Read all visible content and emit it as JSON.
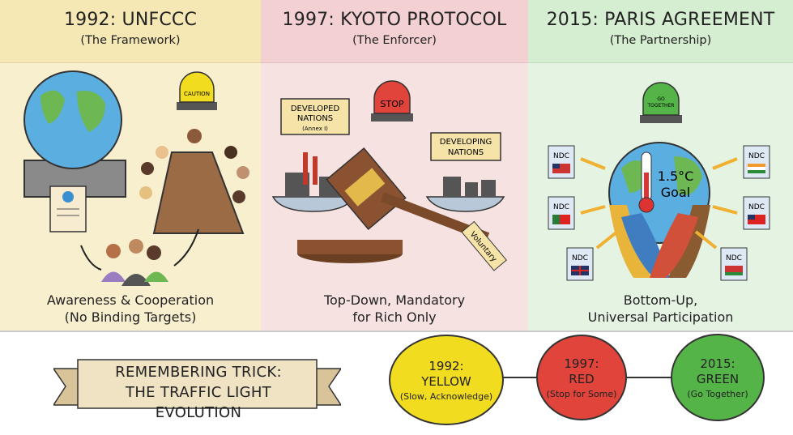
{
  "panels": [
    {
      "title": "1992: UNFCCC",
      "subtitle": "(The Framework)",
      "light_label": "CAUTION",
      "caption_line1": "Awareness & Cooperation",
      "caption_line2": "(No Binding Targets)",
      "color": "#f5e8b4"
    },
    {
      "title": "1997: KYOTO PROTOCOL",
      "subtitle": "(The Enforcer)",
      "light_label": "STOP",
      "sign_left_line1": "DEVELOPED",
      "sign_left_line2": "NATIONS",
      "sign_left_line3": "(Annex I)",
      "sign_right_line1": "DEVELOPING",
      "sign_right_line2": "NATIONS",
      "tag": "Voluntary",
      "caption_line1": "Top-Down, Mandatory",
      "caption_line2": "for Rich Only",
      "color": "#f3d0d1"
    },
    {
      "title": "2015: PARIS AGREEMENT",
      "subtitle": "(The Partnership)",
      "light_label_line1": "GO",
      "light_label_line2": "TOGETHER",
      "goal_line1": "1.5°C",
      "goal_line2": "Goal",
      "ndc_label": "NDC",
      "caption_line1": "Bottom-Up,",
      "caption_line2": "Universal Participation",
      "color": "#d5edd1"
    }
  ],
  "trick": {
    "line1": "REMEMBERING TRICK:",
    "line2": "THE TRAFFIC LIGHT EVOLUTION"
  },
  "lights": [
    {
      "year": "1992:",
      "name": "YELLOW",
      "desc": "(Slow, Acknowledge)",
      "color": "#f2dc1f"
    },
    {
      "year": "1997:",
      "name": "RED",
      "desc": "(Stop for Some)",
      "color": "#e0443b"
    },
    {
      "year": "2015:",
      "name": "GREEN",
      "desc": "(Go Together)",
      "color": "#55b447"
    }
  ]
}
